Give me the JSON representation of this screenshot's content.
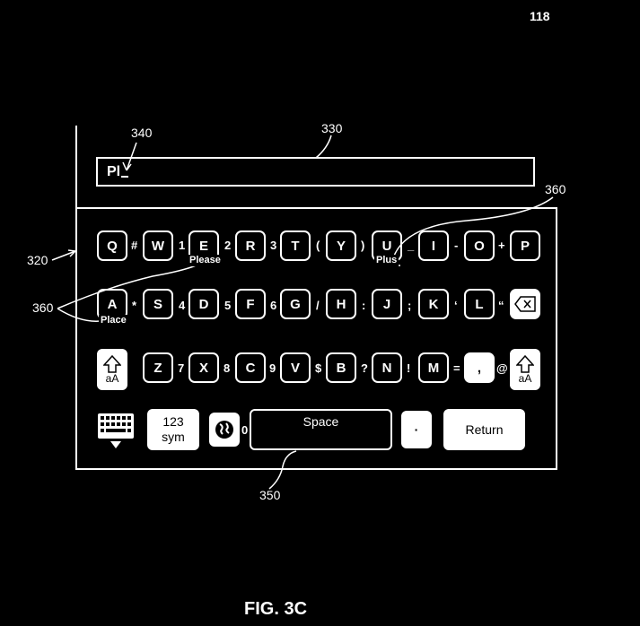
{
  "sheet_number": "118",
  "figure_label": "FIG. 3C",
  "text_field": {
    "typed": "Pl"
  },
  "refs": {
    "r340": "340",
    "r330": "330",
    "r360a": "360",
    "r320": "320",
    "r360b": "360",
    "r350": "350"
  },
  "rows": {
    "row1": [
      {
        "key": "Q",
        "sep": "#"
      },
      {
        "key": "W",
        "sep": "1"
      },
      {
        "key": "E",
        "sep": "2"
      },
      {
        "key": "R",
        "sep": "3"
      },
      {
        "key": "T",
        "sep": "("
      },
      {
        "key": "Y",
        "sep": ")"
      },
      {
        "key": "U",
        "sep": "_"
      },
      {
        "key": "I",
        "sep": "-"
      },
      {
        "key": "O",
        "sep": "+"
      },
      {
        "key": "P",
        "sep": ""
      }
    ],
    "row2": [
      {
        "key": "A",
        "sep": "*"
      },
      {
        "key": "S",
        "sep": "4"
      },
      {
        "key": "D",
        "sep": "5"
      },
      {
        "key": "F",
        "sep": "6"
      },
      {
        "key": "G",
        "sep": "/"
      },
      {
        "key": "H",
        "sep": ":"
      },
      {
        "key": "J",
        "sep": ";"
      },
      {
        "key": "K",
        "sep": "‘"
      },
      {
        "key": "L",
        "sep": "“"
      }
    ],
    "row3": [
      {
        "key": "Z",
        "sep": "7"
      },
      {
        "key": "X",
        "sep": "8"
      },
      {
        "key": "C",
        "sep": "9"
      },
      {
        "key": "V",
        "sep": "$"
      },
      {
        "key": "B",
        "sep": "?"
      },
      {
        "key": "N",
        "sep": "!"
      },
      {
        "key": "M",
        "sep": "="
      },
      {
        "key": ",",
        "sep": "@"
      }
    ]
  },
  "suggestions": {
    "e": "Please",
    "u": "Plus",
    "a": "Place"
  },
  "bottom_row": {
    "sym_top": "123",
    "sym_bottom": "sym",
    "zero_sep": "0",
    "space": "Space",
    "dot": "·",
    "return": "Return"
  },
  "shift_label": "aA",
  "icons": [
    "keyboard-hide-icon",
    "globe-icon",
    "backspace-icon",
    "shift-icon"
  ]
}
